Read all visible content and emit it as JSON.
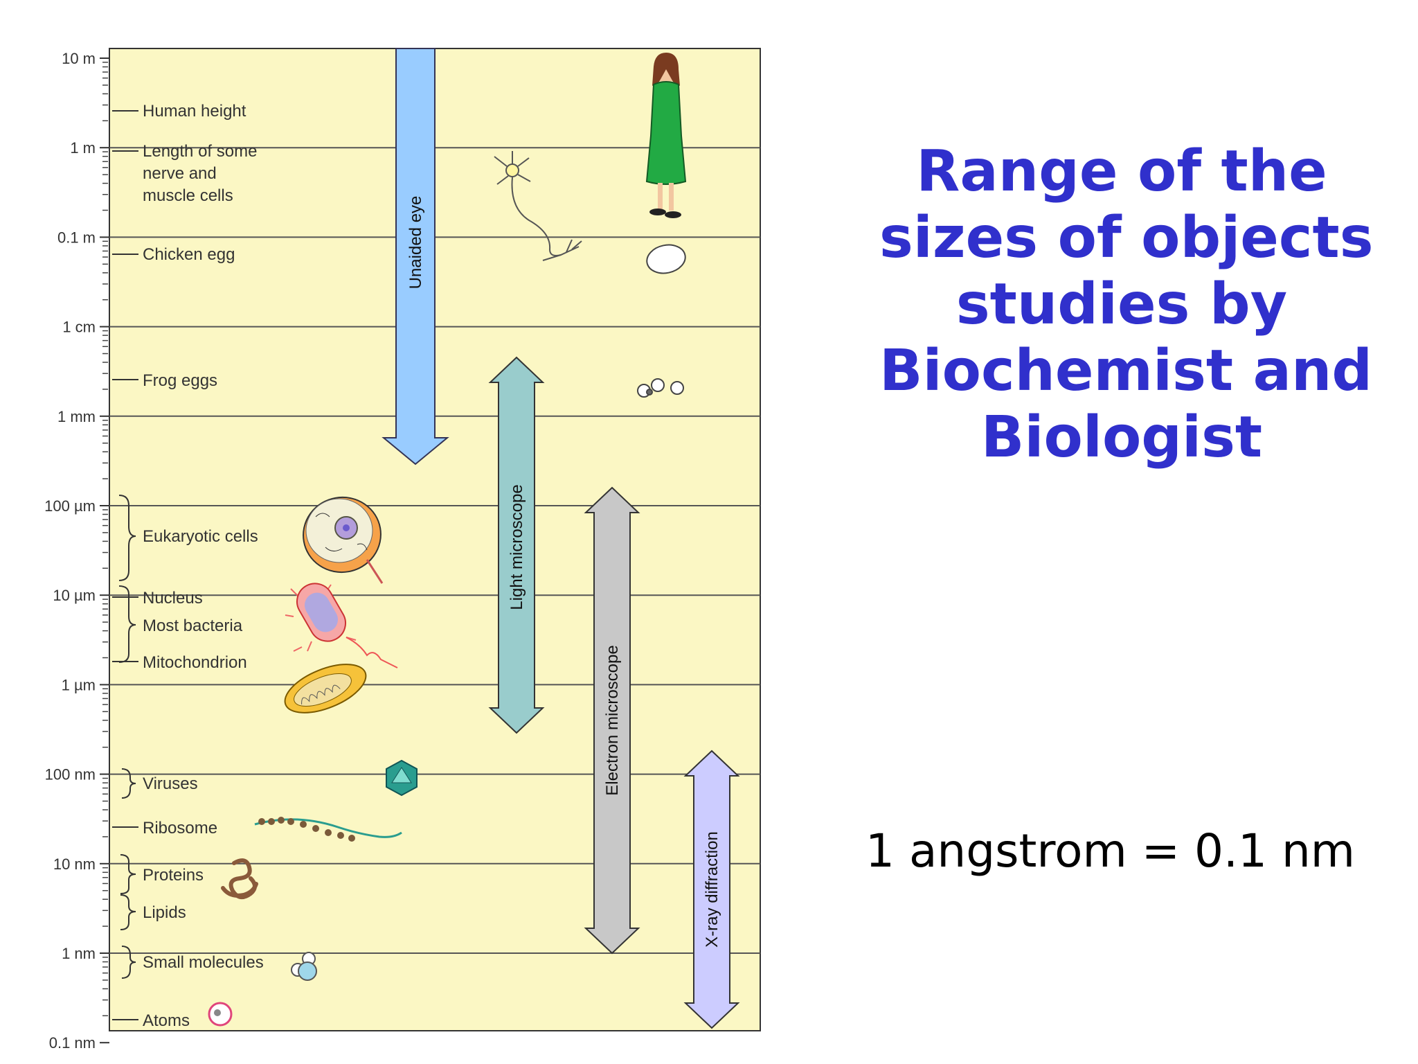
{
  "title": {
    "lines": [
      "Range of the",
      "sizes of objects",
      "studies by",
      "Biochemist and",
      "Biologist"
    ]
  },
  "note": "1 angstrom = 0.1 nm",
  "scale": {
    "ticks": [
      "10 m",
      "1 m",
      "0.1 m",
      "1 cm",
      "1 mm",
      "100 µm",
      "10 µm",
      "1 µm",
      "100 nm",
      "10 nm",
      "1 nm",
      "0.1 nm"
    ],
    "objects": [
      {
        "label": "Human height",
        "marker": "line",
        "icon": "human-icon"
      },
      {
        "label": "Length of some nerve and muscle cells",
        "lines": [
          "Length of some",
          "nerve and",
          "muscle cells"
        ],
        "marker": "line",
        "icon": "nerve-cell-icon"
      },
      {
        "label": "Chicken egg",
        "marker": "line",
        "icon": "chicken-egg-icon"
      },
      {
        "label": "Frog eggs",
        "marker": "line",
        "icon": "frog-eggs-icon"
      },
      {
        "label": "Eukaryotic cells",
        "marker": "brace",
        "icon": "eukaryotic-cell-icon"
      },
      {
        "label": "Nucleus",
        "marker": "line",
        "icon": "nucleus-icon"
      },
      {
        "label": "Most bacteria",
        "marker": "brace",
        "icon": "bacterium-icon"
      },
      {
        "label": "Mitochondrion",
        "marker": "line",
        "icon": "mitochondrion-icon"
      },
      {
        "label": "Viruses",
        "marker": "brace",
        "icon": "virus-icon"
      },
      {
        "label": "Ribosome",
        "marker": "line",
        "icon": "ribosome-icon"
      },
      {
        "label": "Proteins",
        "marker": "brace",
        "icon": "protein-icon"
      },
      {
        "label": "Lipids",
        "marker": "brace",
        "icon": ""
      },
      {
        "label": "Small molecules",
        "marker": "brace",
        "icon": "small-molecule-icon"
      },
      {
        "label": "Atoms",
        "marker": "line",
        "icon": "atom-icon"
      }
    ],
    "instruments": [
      "Unaided eye",
      "Light microscope",
      "Electron microscope",
      "X-ray diffraction"
    ]
  },
  "colors": {
    "panel": "#fbf7c4",
    "title": "#3030cc",
    "unaided_eye": "#99ccff",
    "light_microscope": "#99cccc",
    "electron_microscope": "#c8c8c8",
    "xray_diffraction": "#ccccff"
  }
}
